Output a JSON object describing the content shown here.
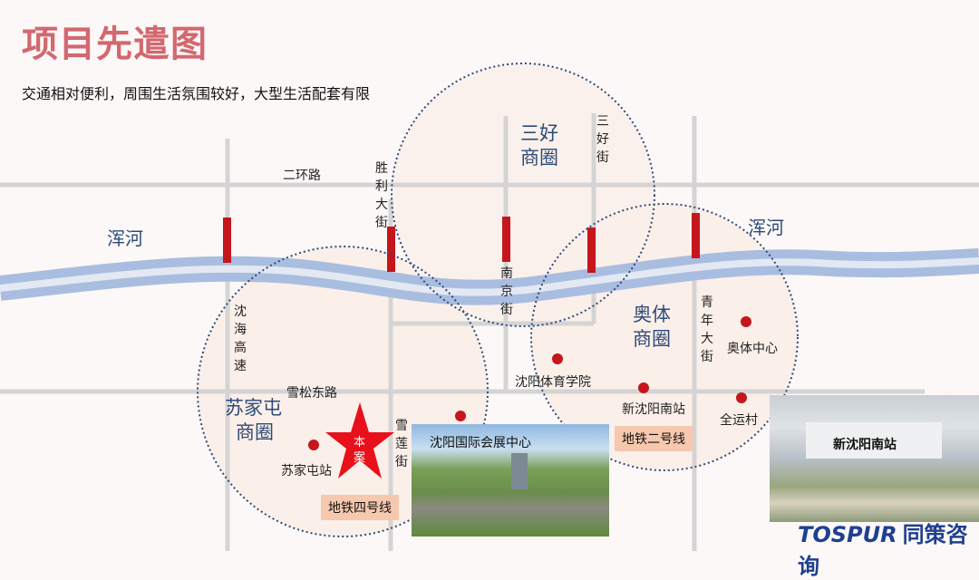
{
  "header": {
    "title": "项目先遣图",
    "subtitle": "交通相对便利，周围生活氛围较好，大型生活配套有限"
  },
  "map": {
    "rivers": [
      "浑河",
      "浑河"
    ],
    "roads": {
      "erhuan": "二环路",
      "shengli": [
        "胜",
        "利",
        "大",
        "街"
      ],
      "sanhao": [
        "三",
        "好",
        "街"
      ],
      "nanjing": [
        "南",
        "京",
        "街"
      ],
      "shenhai": [
        "沈",
        "海",
        "高",
        "速"
      ],
      "qingnian": [
        "青",
        "年",
        "大",
        "街"
      ],
      "xuesong": "雪松东路",
      "xuelian": [
        "雪",
        "莲",
        "街"
      ]
    },
    "zones": {
      "sanhao": [
        "三好",
        "商圈"
      ],
      "aoti": [
        "奥体",
        "商圈"
      ],
      "sujiatun": [
        "苏家屯",
        "商圈"
      ]
    },
    "poi": {
      "aoti_center": "奥体中心",
      "quanyun": "全运村",
      "xin_shenyang_south": "新沈阳南站",
      "sports_college": "沈阳体育学院",
      "sujiatun_station": "苏家屯站",
      "project": [
        "本",
        "案"
      ]
    },
    "metro": {
      "line4": "地铁四号线",
      "line2": "地铁二号线"
    },
    "photos": {
      "expo": "沈阳国际会展中心",
      "station": "新沈阳南站"
    },
    "colors": {
      "accent": "#d4676f",
      "river": "#a9bde0",
      "poi": "#c4161c",
      "star": "#e8101a",
      "zone_border": "#2e4a78",
      "metro_label": "#f6c8ad"
    }
  },
  "footer": {
    "logo_latin": "TOSPUR",
    "logo_cn": "同策咨询"
  }
}
